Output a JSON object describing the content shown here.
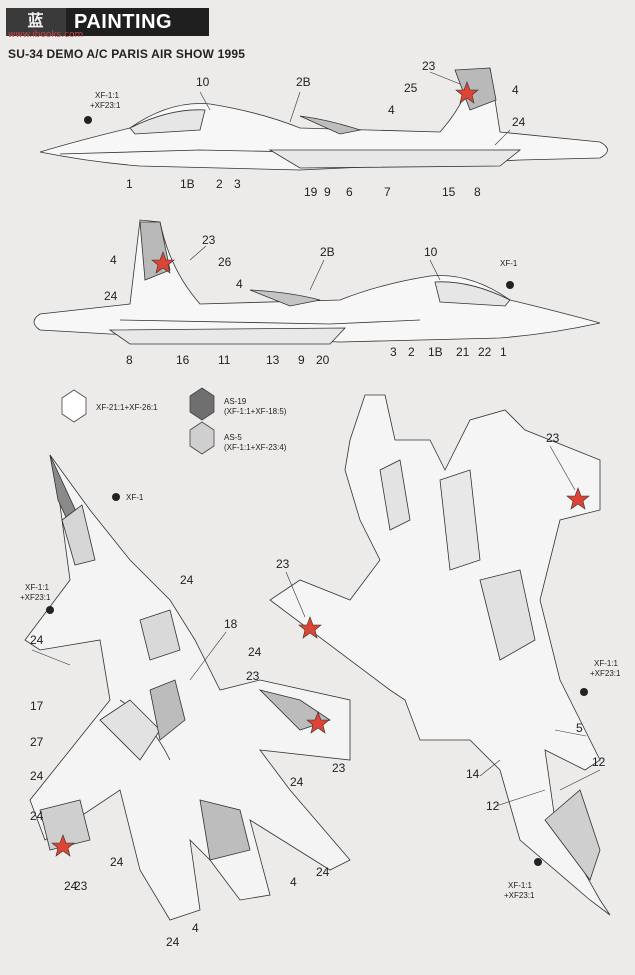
{
  "header": {
    "logo_text": "蓝",
    "logo_url": "www.ibooks.com",
    "title": "PAINTING",
    "subtitle": "SU-34 DEMO A/C PARIS AIR SHOW 1995"
  },
  "legend": [
    {
      "label": "XF-21:1+XF-26:1",
      "color": "#ffffff"
    },
    {
      "label": "AS-19",
      "label2": "(XF-1:1+XF-18:5)",
      "color": "#6f6f6f"
    },
    {
      "label": "AS-5",
      "label2": "(XF-1:1+XF-23:4)",
      "color": "#cfcfcf"
    }
  ],
  "paint_calls": {
    "xf1": "XF-1",
    "xf1_1": "XF-1:1",
    "xf23_1": "+XF23:1"
  },
  "callouts": {
    "side1": [
      "10",
      "2B",
      "23",
      "25",
      "4",
      "4",
      "24",
      "1",
      "1B",
      "2",
      "3",
      "19",
      "9",
      "6",
      "7",
      "15",
      "8"
    ],
    "side2": [
      "23",
      "4",
      "26",
      "4",
      "24",
      "2B",
      "10",
      "8",
      "16",
      "11",
      "13",
      "9",
      "20",
      "3",
      "2",
      "1B",
      "21",
      "22",
      "1"
    ],
    "top": [
      "24",
      "24",
      "18",
      "24",
      "17",
      "27",
      "24",
      "24",
      "24",
      "24",
      "23",
      "24",
      "4",
      "24",
      "24",
      "4",
      "23",
      "23"
    ],
    "bottom": [
      "23",
      "23",
      "5",
      "14",
      "12",
      "12"
    ]
  }
}
